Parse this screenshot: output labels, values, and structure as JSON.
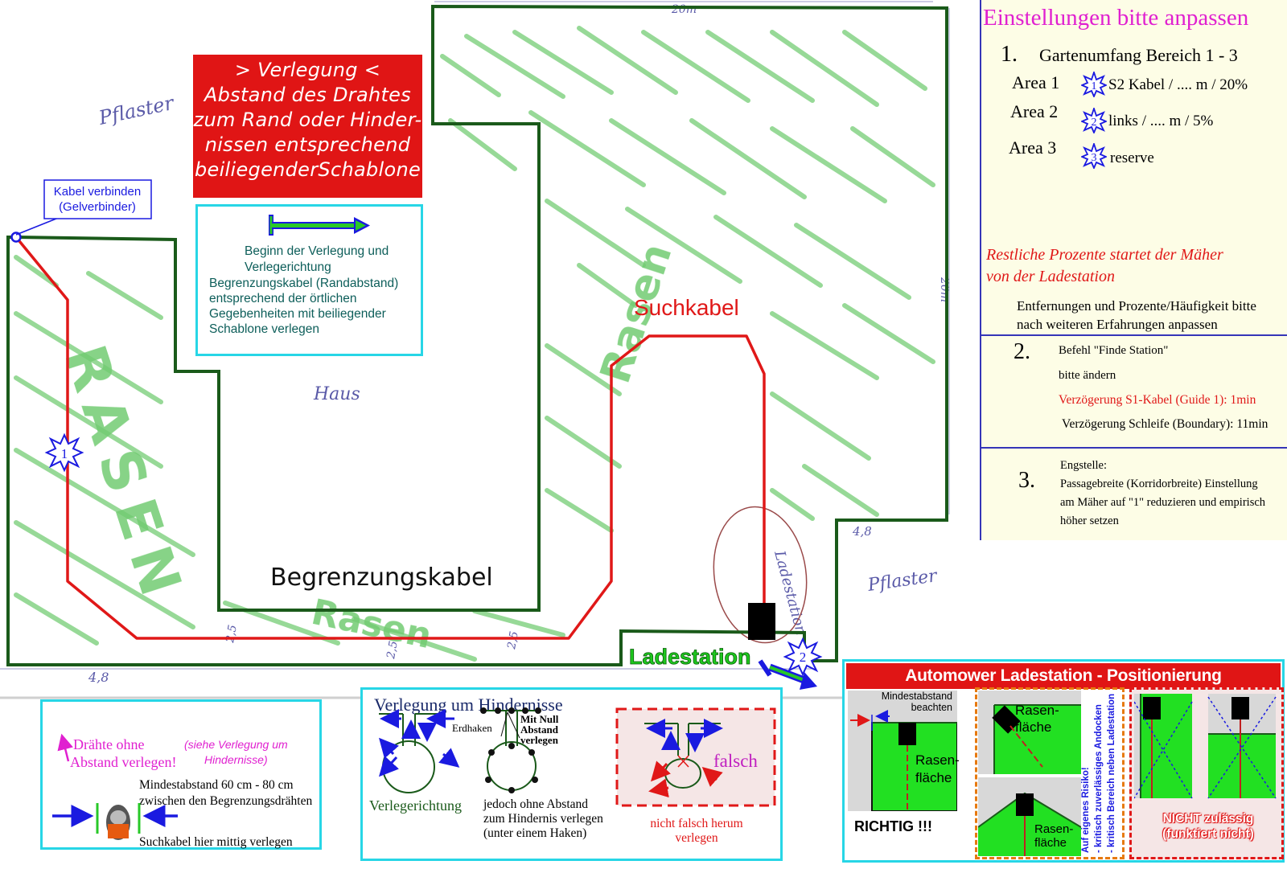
{
  "plan": {
    "red_box_lines": [
      "> Verlegung <",
      "Abstand des Drahtes",
      "zum Rand oder Hinder-",
      "nissen entsprechend",
      "beiliegenderSchablone"
    ],
    "begin_box_lines": [
      "Beginn der Verlegung und",
      "Verlegerichtung",
      "Begrenzungskabel (Randabstand)",
      "entsprechend der örtlichen",
      "Gegebenheiten mit beiliegender",
      "Schablone verlegen"
    ],
    "connector_label_lines": [
      "Kabel verbinden",
      "(Gelverbinder)"
    ],
    "guide_label": "Suchkabel",
    "boundary_label": "Begrenzungskabel",
    "station_label": "Ladestation",
    "star_labels": [
      "1",
      "2"
    ],
    "handwritten": {
      "pflaster_left": "Pflaster",
      "pflaster_right": "Pflaster",
      "haus": "Haus",
      "rasen_left": "RASEN",
      "rasen_bottom": "Rasen",
      "rasen_right": "Rasen",
      "ladestation": "Ladestation",
      "dims": [
        "20m",
        "20m",
        "4,8",
        "4,8",
        "2,5",
        "2,5",
        "2,5"
      ]
    }
  },
  "settings": {
    "title": "Einstellungen bitte anpassen",
    "s1_num": "1.",
    "s1_heading": "Gartenumfang Bereich 1 - 3",
    "areas": [
      {
        "name": "Area 1",
        "star": "1",
        "value": "S2 Kabel / .... m / 20%"
      },
      {
        "name": "Area 2",
        "star": "2",
        "value": "links / .... m / 5%"
      },
      {
        "name": "Area 3",
        "star": "3",
        "value": "reserve"
      }
    ],
    "rest_note_lines": [
      "Restliche Prozente  startet der Mäher",
      "von der Ladestation"
    ],
    "adjust_lines": [
      "Entfernungen und Prozente/Häufigkeit bitte",
      "nach weiteren Erfahrungen anpassen"
    ],
    "s2_num": "2.",
    "s2_line1": "Befehl \"Finde Station\"",
    "s2_line2": "bitte ändern",
    "s2_line3": "Verzögerung S1-Kabel (Guide 1): 1min",
    "s2_line4": "Verzögerung Schleife (Boundary): 11min",
    "s3_num": "3.",
    "s3_lines": [
      "Engstelle:",
      "Passagebreite (Korridorbreite) Einstellung",
      "am Mäher auf \"1\" reduzieren und empirisch",
      "höher setzen"
    ]
  },
  "legend1": {
    "wires_lines": [
      "Drähte ohne",
      "Abstand verlegen!"
    ],
    "see_lines": [
      "(siehe Verlegung um",
      "Hindernisse)"
    ],
    "min_lines": [
      "Mindestabstand 60 cm - 80 cm",
      "zwischen den Begrenzungsdrähten"
    ],
    "guide_mid": "Suchkabel hier mittig verlegen"
  },
  "obstacles": {
    "title": "Verlegung um Hindernisse",
    "verlegerichtung": "Verlegerichtung",
    "erdhaken": "Erdhaken",
    "null_lines": [
      "Mit Null",
      "Abstand",
      "verlegen"
    ],
    "no_gap_lines": [
      "jedoch ohne Abstand",
      "zum Hindernis verlegen",
      "(unter einem Haken)"
    ],
    "falsch": "falsch",
    "wrong_lines": [
      "nicht falsch herum",
      "verlegen"
    ]
  },
  "positioning": {
    "title": "Automower Ladestation - Positionierung",
    "min_lines": [
      "Mindestabstand",
      "beachten"
    ],
    "rasen_lines": [
      "Rasen-",
      "fläche"
    ],
    "richtig": "RICHTIG !!!",
    "risk_lines": [
      "Auf eigenes Risiko!",
      "- kritisch zuverlässiges Andocken",
      "- kritisch Bereich neben Ladestation"
    ],
    "nicht_lines": [
      "NICHT zulässig",
      "(funktiert nicht)"
    ]
  },
  "colors": {
    "boundary": "#1a5a1a",
    "guide": "#e01818",
    "accent_red": "#e01515",
    "cyan": "#27d6e6",
    "magenta": "#e020d0",
    "blue": "#2020cc",
    "grass": "#7ed37e",
    "lawn_green": "#22e022"
  }
}
